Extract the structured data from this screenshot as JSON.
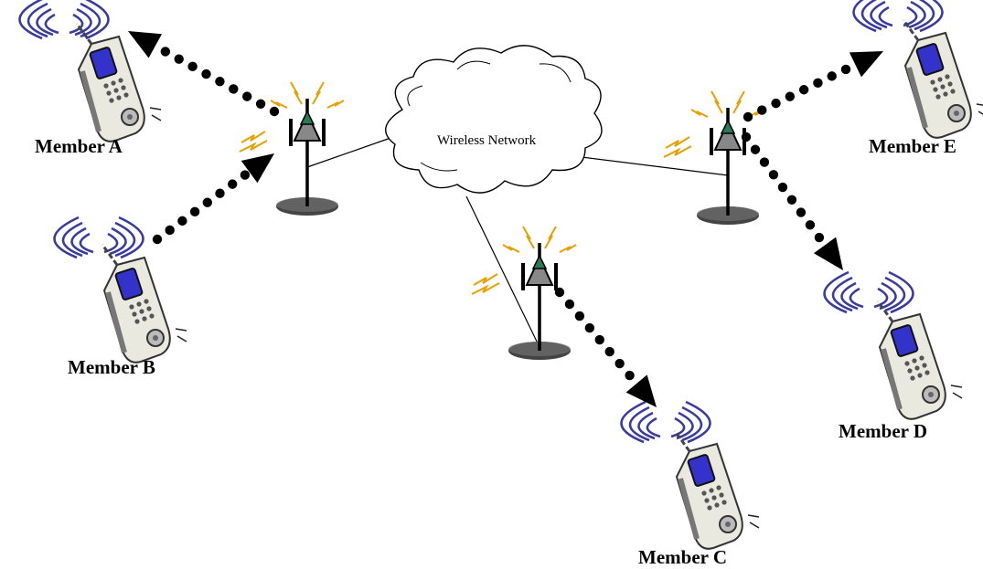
{
  "network": {
    "label": "Wireless Network"
  },
  "members": [
    {
      "id": "A",
      "label": "Member A"
    },
    {
      "id": "B",
      "label": "Member B"
    },
    {
      "id": "C",
      "label": "Member C"
    },
    {
      "id": "D",
      "label": "Member D"
    },
    {
      "id": "E",
      "label": "Member E"
    }
  ],
  "colors": {
    "wave": "#3a3aa0",
    "phone_screen": "#3333cc",
    "phone_body": "#e8e8e0",
    "signal": "#e8a000",
    "tower_accent": "#2a7a5a",
    "arrow": "#000000"
  },
  "icons": [
    "cloud-icon",
    "cell-tower-icon",
    "mobile-phone-icon",
    "radio-wave-icon",
    "signal-bolt-icon"
  ]
}
